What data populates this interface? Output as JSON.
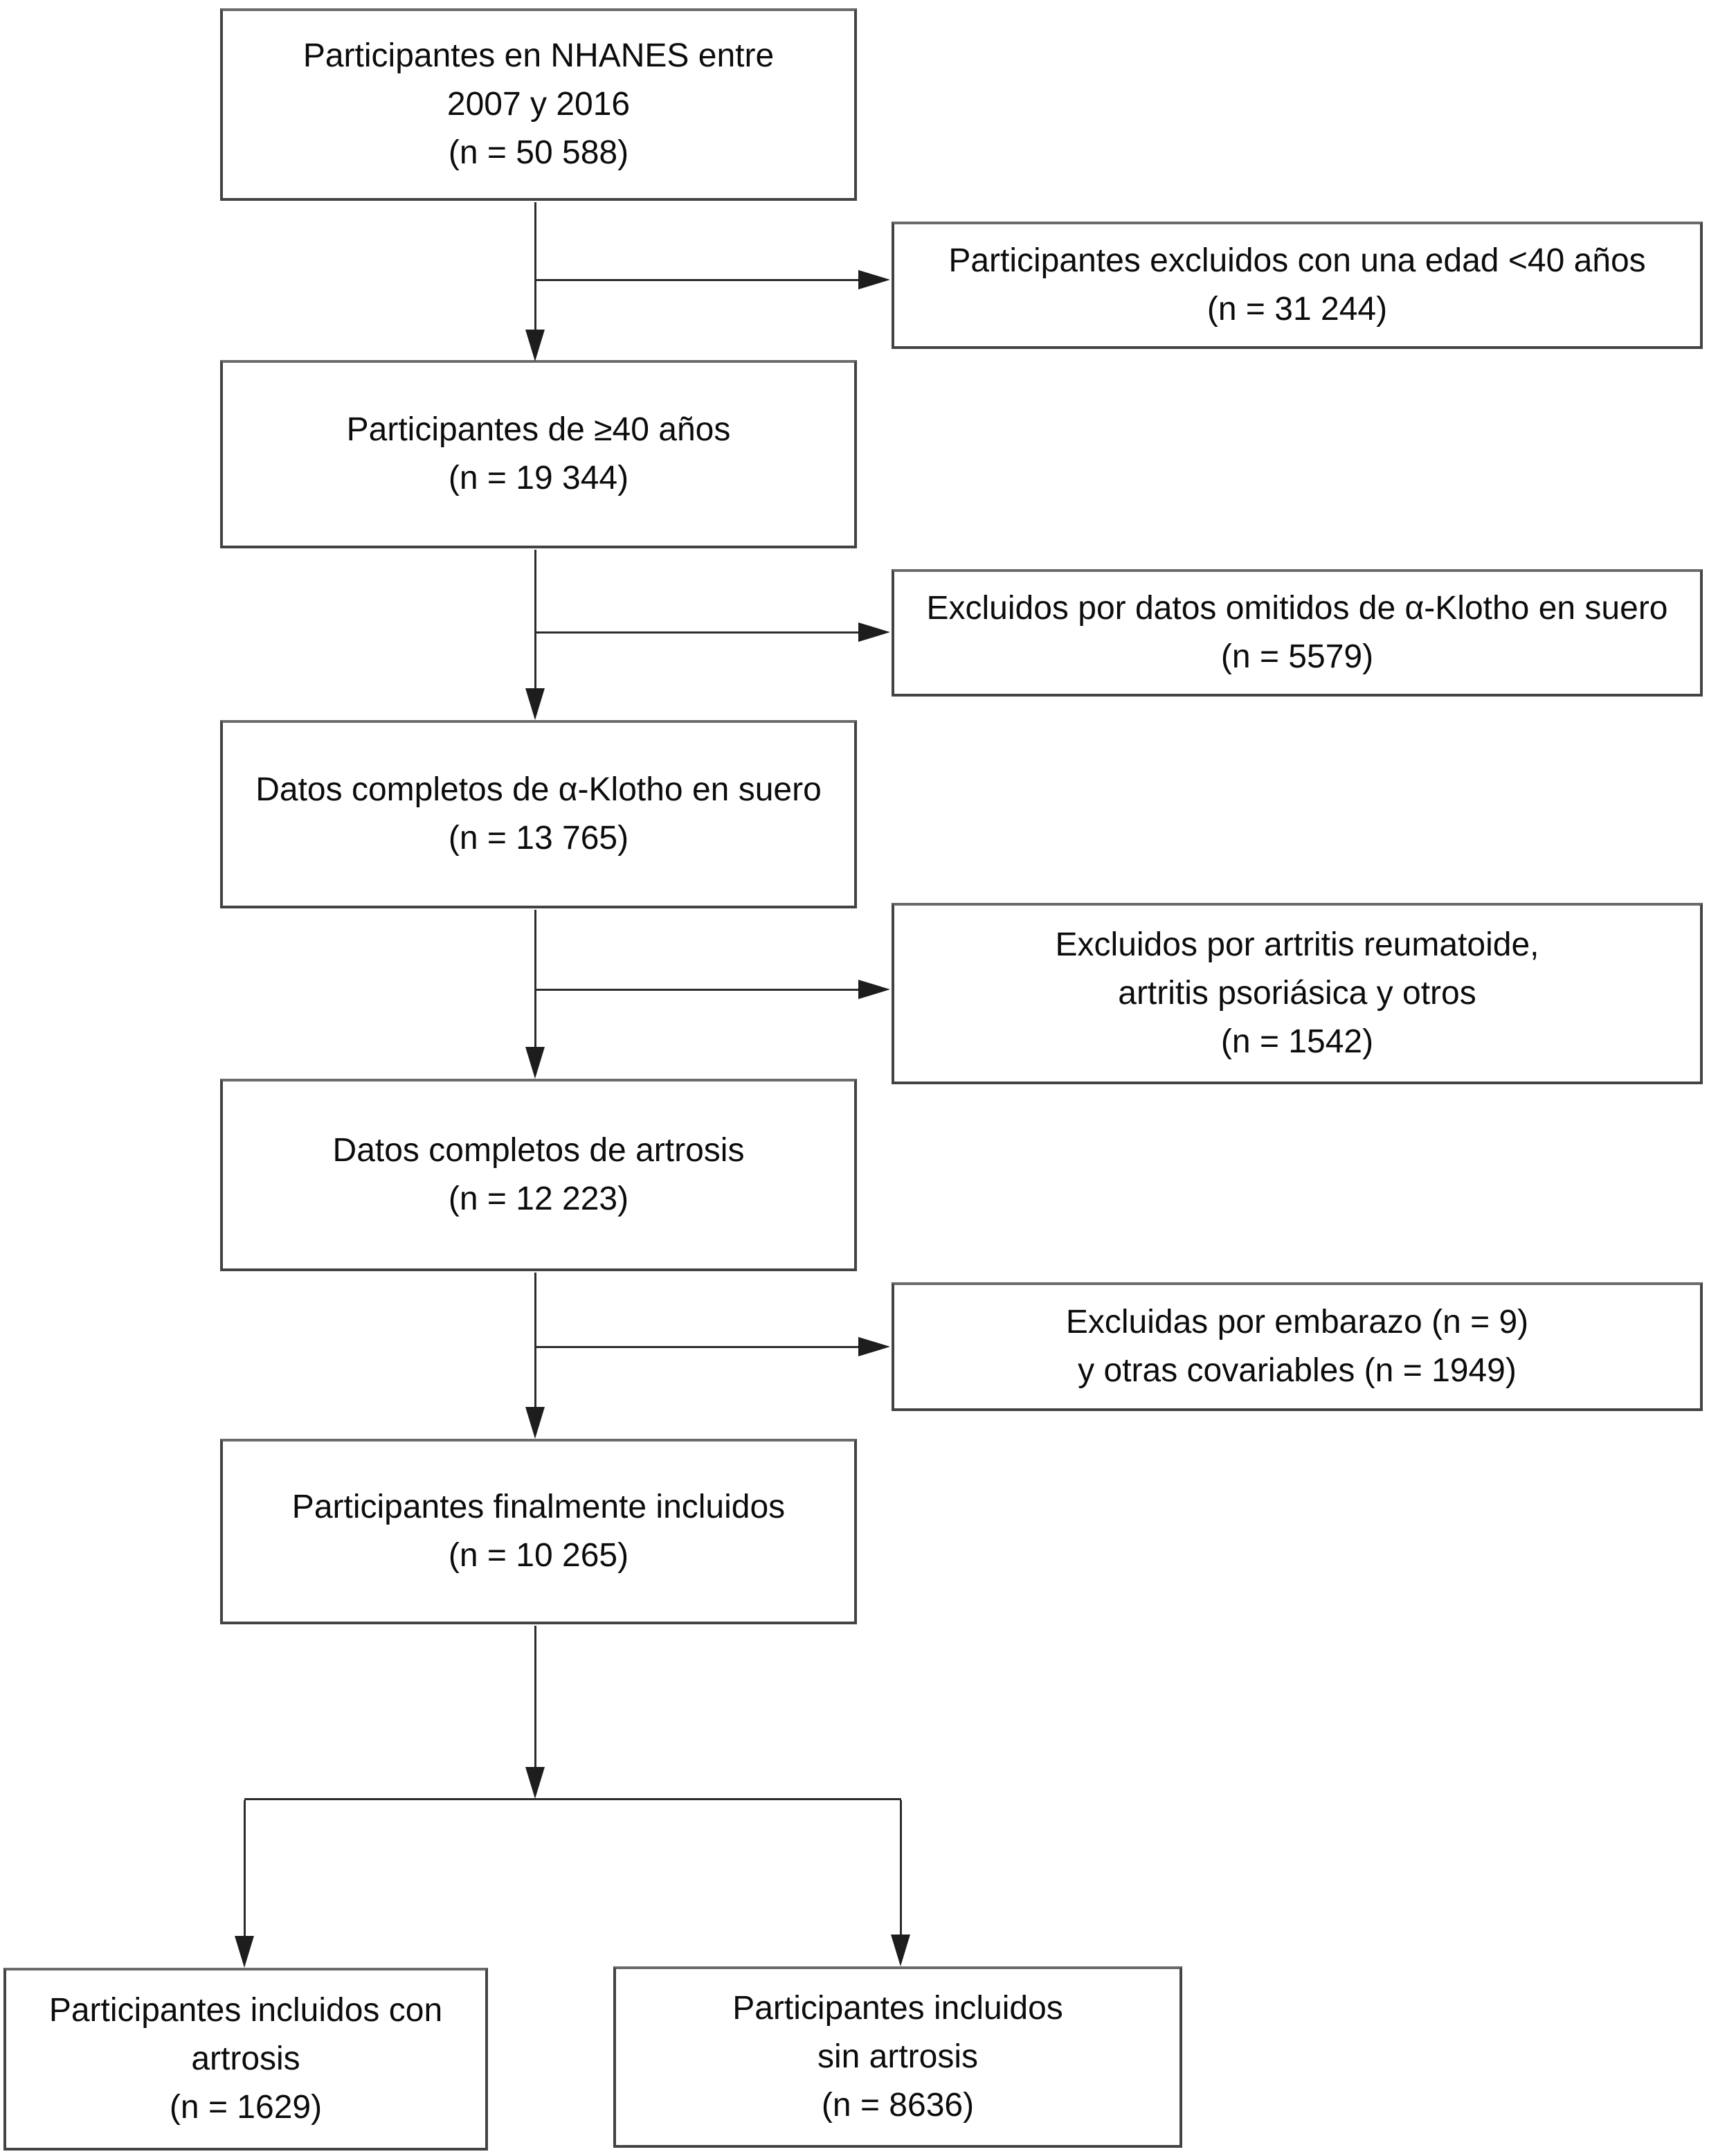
{
  "figure": {
    "kind": "participant-flowchart",
    "language": "es",
    "source_survey": "NHANES"
  },
  "colors": {
    "background": "#ffffff",
    "box_border": "#434343",
    "connector_line": "#2c2c2c",
    "arrowhead": "#1d1d1d",
    "text": "#0c0c0c"
  },
  "boxes": {
    "main": [
      {
        "id": "nhanes-total",
        "n": "50 588",
        "lines": [
          "Participantes en NHANES entre",
          "2007 y 2016",
          "(n = 50 588)"
        ]
      },
      {
        "id": "age-40-plus",
        "n": "19 344",
        "lines": [
          "Participantes de ≥40 años",
          "(n = 19 344)"
        ]
      },
      {
        "id": "klotho-complete",
        "n": "13 765",
        "lines": [
          "Datos completos de α-Klotho en suero",
          "(n = 13 765)"
        ]
      },
      {
        "id": "artrosis-complete",
        "n": "12 223",
        "lines": [
          "Datos completos de artrosis",
          "(n = 12 223)"
        ]
      },
      {
        "id": "final-included",
        "n": "10 265",
        "lines": [
          "Participantes finalmente incluidos",
          "(n = 10 265)"
        ]
      }
    ],
    "exclusions": [
      {
        "id": "excluded-age",
        "n": "31 244",
        "lines": [
          "Participantes excluidos con una edad <40 años",
          "(n = 31 244)"
        ]
      },
      {
        "id": "excluded-klotho-missing",
        "n": "5579",
        "lines": [
          "Excluidos por datos omitidos de α-Klotho en suero",
          "(n = 5579)"
        ]
      },
      {
        "id": "excluded-arthritis",
        "n": "1542",
        "lines": [
          "Excluidos por artritis reumatoide,",
          "artritis psoriásica y otros",
          "(n = 1542)"
        ]
      },
      {
        "id": "excluded-pregnancy-covariates",
        "n": "9 + 1949",
        "lines": [
          "Excluidas por embarazo (n = 9)",
          "y otras covariables (n = 1949)"
        ]
      }
    ],
    "outcomes": [
      {
        "id": "included-with-artrosis",
        "n": "1629",
        "lines": [
          "Participantes incluidos con",
          "artrosis",
          "(n = 1629)"
        ]
      },
      {
        "id": "included-without-artrosis",
        "n": "8636",
        "lines": [
          "Participantes incluidos",
          "sin artrosis",
          "(n = 8636)"
        ]
      }
    ]
  }
}
